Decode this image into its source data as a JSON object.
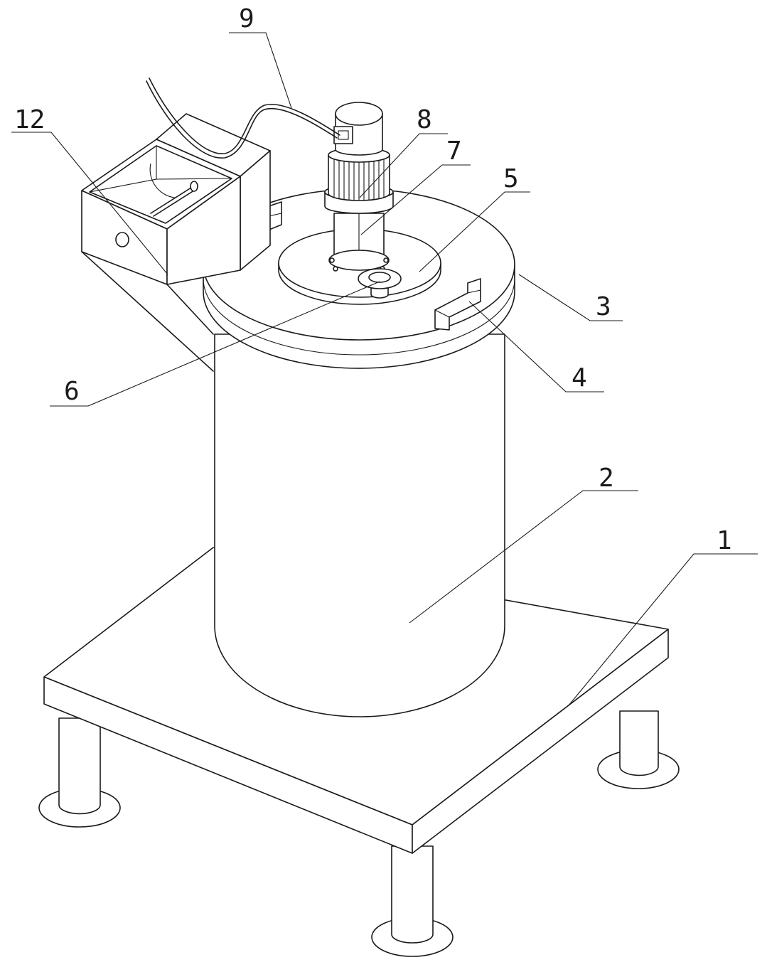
{
  "figure": {
    "callouts": [
      {
        "id": "1",
        "text": "1"
      },
      {
        "id": "2",
        "text": "2"
      },
      {
        "id": "3",
        "text": "3"
      },
      {
        "id": "4",
        "text": "4"
      },
      {
        "id": "5",
        "text": "5"
      },
      {
        "id": "6",
        "text": "6"
      },
      {
        "id": "7",
        "text": "7"
      },
      {
        "id": "8",
        "text": "8"
      },
      {
        "id": "9",
        "text": "9"
      },
      {
        "id": "12",
        "text": "12"
      }
    ]
  }
}
